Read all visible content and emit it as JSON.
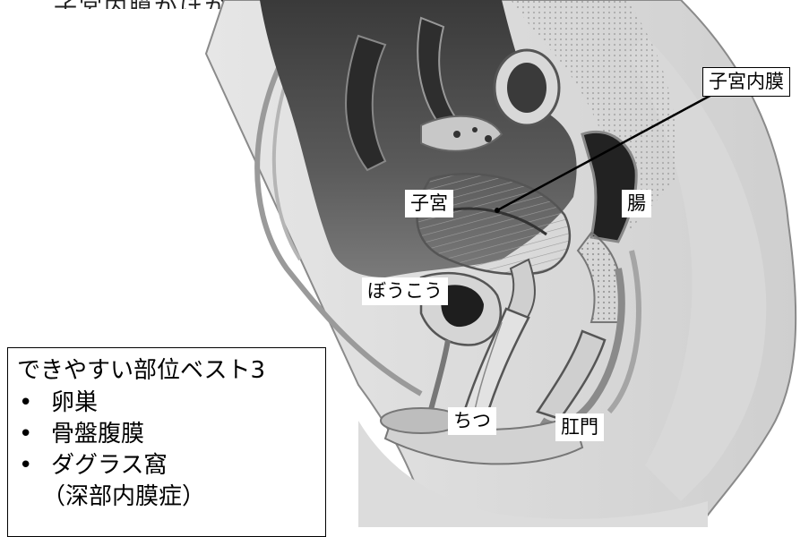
{
  "heading_fragment": "子宮内膜がほかの組織で増殖する",
  "labels": {
    "endometrium": "子宮内膜",
    "uterus": "子宮",
    "intestine": "腸",
    "bladder": "ぼうこう",
    "vagina": "ちつ",
    "anus": "肛門"
  },
  "info_box": {
    "title": "できやすい部位ベスト3",
    "items": [
      "卵巣",
      "骨盤腹膜",
      "ダグラス窩"
    ],
    "bullet": "•",
    "note": "（深部内膜症）"
  }
}
